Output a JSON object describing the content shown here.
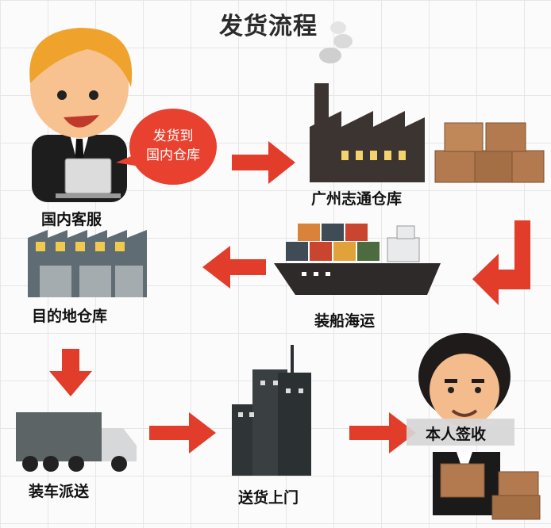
{
  "title": "发货流程",
  "bubble": {
    "line1": "发货到",
    "line2": "国内仓库"
  },
  "steps": {
    "domestic_service": "国内客服",
    "guangzhou_warehouse": "广州志通仓库",
    "shipping": "装船海运",
    "destination_warehouse": "目的地仓库",
    "truck_delivery": "装车派送",
    "door_delivery": "送货上门",
    "signed_by_self": "本人签收"
  },
  "colors": {
    "arrow": "#e23c2b",
    "bubble": "#e8412f",
    "factory": "#3c3430",
    "box": "#b27a4e",
    "ship_hull": "#2e2a29",
    "building": "#2f3436",
    "truck": "#5d6465"
  }
}
